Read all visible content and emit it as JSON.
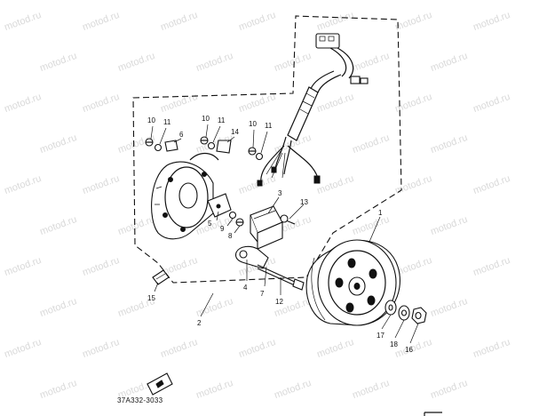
{
  "watermark": "motod.ru",
  "drawing_code": "37A332-3033",
  "callouts": [
    {
      "id": "c10a",
      "label": "10"
    },
    {
      "id": "c11a",
      "label": "11"
    },
    {
      "id": "c6",
      "label": "6"
    },
    {
      "id": "c10b",
      "label": "10"
    },
    {
      "id": "c11b",
      "label": "11"
    },
    {
      "id": "c14",
      "label": "14"
    },
    {
      "id": "c10c",
      "label": "10"
    },
    {
      "id": "c11c",
      "label": "11"
    },
    {
      "id": "c3",
      "label": "3"
    },
    {
      "id": "c13",
      "label": "13"
    },
    {
      "id": "c5",
      "label": "5"
    },
    {
      "id": "c9",
      "label": "9"
    },
    {
      "id": "c8",
      "label": "8"
    },
    {
      "id": "c1",
      "label": "1"
    },
    {
      "id": "c4",
      "label": "4"
    },
    {
      "id": "c7",
      "label": "7"
    },
    {
      "id": "c12",
      "label": "12"
    },
    {
      "id": "c15",
      "label": "15"
    },
    {
      "id": "c2",
      "label": "2"
    },
    {
      "id": "c17",
      "label": "17"
    },
    {
      "id": "c18",
      "label": "18"
    },
    {
      "id": "c16",
      "label": "16"
    }
  ]
}
